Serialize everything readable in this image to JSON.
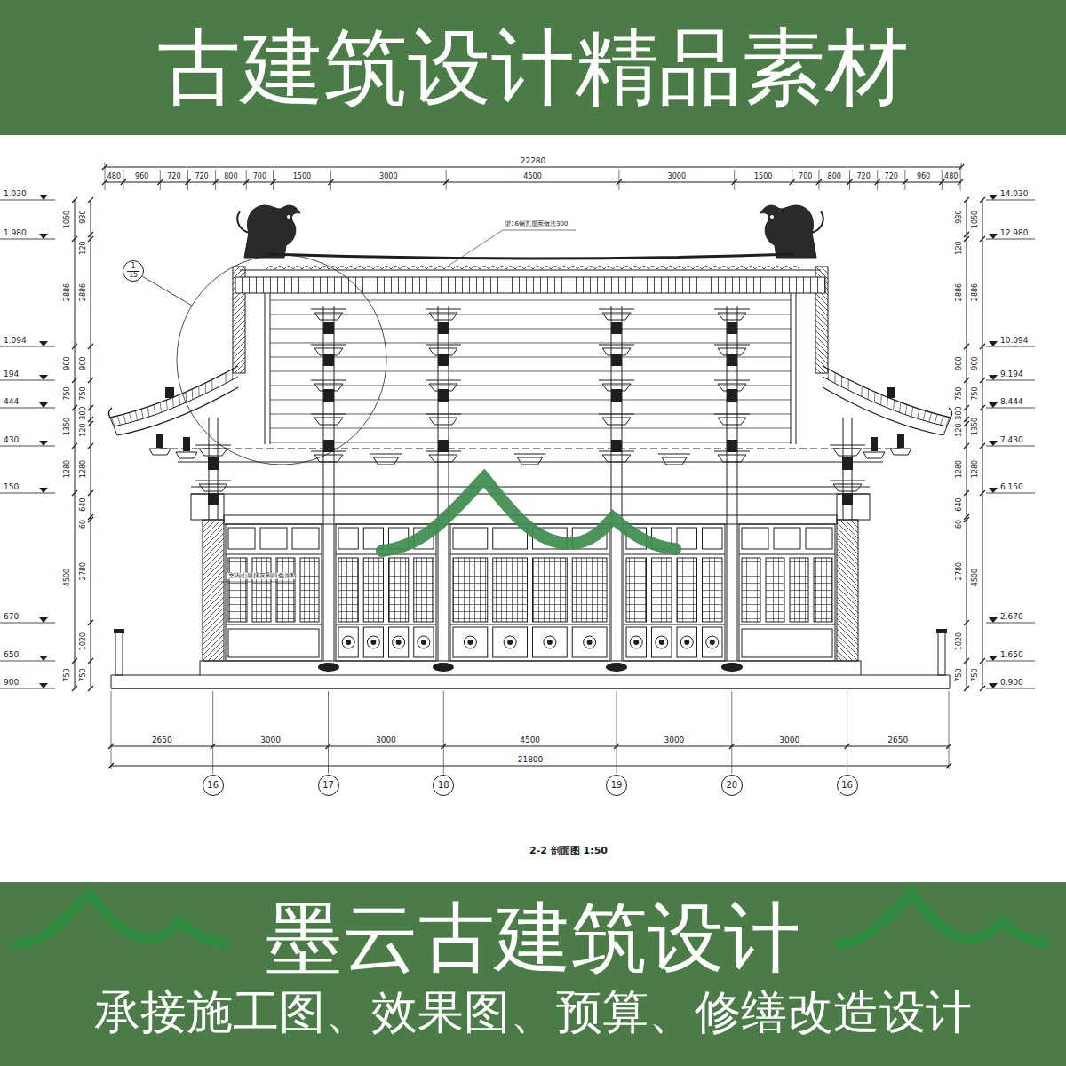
{
  "diagram": {
    "caption": "2-2 剖面图 1:50",
    "nodes": [
      {
        "text": [
          "古建筑设计精品素材"
        ]
      },
      {
        "text": [
          "1",
          "15"
        ]
      },
      {
        "text": [
          "16"
        ]
      },
      {
        "text": [
          "17"
        ]
      },
      {
        "text": [
          "18"
        ]
      },
      {
        "text": [
          "19"
        ]
      },
      {
        "text": [
          "20"
        ]
      },
      {
        "text": [
          "16"
        ]
      },
      {
        "text": [
          "墨云古建筑设计",
          "承接施工图、效果图、预算、修缮改造设计"
        ]
      }
    ],
    "labels": [
      "22280",
      "480",
      "960",
      "720",
      "720",
      "800",
      "700",
      "1500",
      "3000",
      "4500",
      "3000",
      "1500",
      "700",
      "800",
      "720",
      "720",
      "960",
      "480",
      "2650",
      "3000",
      "3000",
      "4500",
      "3000",
      "3000",
      "2650",
      "21800",
      "14.030",
      "12.980",
      "10.094",
      "9.194",
      "8.444",
      "7.430",
      "6.150",
      "2.670",
      "1.650",
      "0.900",
      "1.030",
      "1.980",
      "1.094",
      "194",
      "444",
      "430",
      "150",
      "670",
      "650",
      "900",
      "930",
      "120",
      "2886",
      "900",
      "750",
      "300",
      "120",
      "1280",
      "640",
      "60",
      "2780",
      "1020",
      "750",
      "1050",
      "2886",
      "900",
      "750",
      "1350",
      "1280",
      "4500",
      "750",
      "930",
      "120",
      "2886",
      "900",
      "750",
      "300",
      "120",
      "1280",
      "640",
      "60",
      "2780",
      "1020",
      "750",
      "1050",
      "2886",
      "900",
      "750",
      "1350",
      "1280",
      "4500",
      "750",
      "望16铜瓦屋面做法300",
      "室内山墙抹灰刷白色涂料"
    ]
  }
}
